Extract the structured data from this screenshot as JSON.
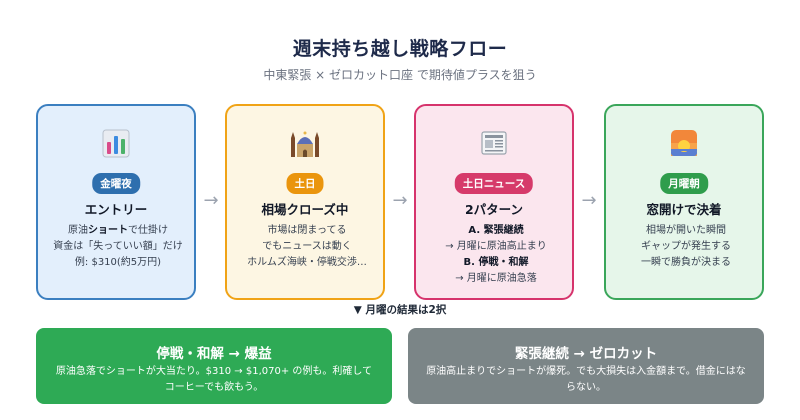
{
  "title": "週末持ち越し戦略フロー",
  "subtitle": "中東緊張 × ゼロカット口座 で期待値プラスを狙う",
  "cards": [
    {
      "icon": "bar-chart-icon",
      "badge": "金曜夜",
      "title": "エントリー",
      "lines": [
        {
          "pre": "原油",
          "bold": "ショート",
          "post": "で仕掛け"
        },
        "資金は「失っていい額」だけ",
        "例: $310(約5万円)"
      ]
    },
    {
      "icon": "mosque-icon",
      "badge": "土日",
      "title": "相場クローズ中",
      "lines": [
        "市場は閉まってる",
        "でもニュースは動く",
        "ホルムズ海峡・停戦交渉…"
      ]
    },
    {
      "icon": "newspaper-icon",
      "badge": "土日ニュース",
      "title": "2パターン",
      "lines": [
        "A. 緊張継続",
        "→ 月曜に原油高止まり",
        "B. 停戦・和解",
        "→ 月曜に原油急落"
      ]
    },
    {
      "icon": "sunrise-icon",
      "badge": "月曜朝",
      "title": "窓開けで決着",
      "lines": [
        "相場が開いた瞬間",
        "ギャップが発生する",
        "一瞬で勝負が決まる"
      ]
    }
  ],
  "arrows": [
    "→",
    "→",
    "→"
  ],
  "result_note": "▼ 月曜の結果は2択",
  "outcomes": [
    {
      "title": "停戦・和解 → 爆益",
      "body": "原油急落でショートが大当たり。$310 → $1,070+ の例も。利確してコーヒーでも飲もう。",
      "color": "#2eaa55"
    },
    {
      "title": "緊張継続 → ゼロカット",
      "body": "原油高止まりでショートが爆死。でも大損失は入金額まで。借金にはならない。",
      "color": "#7b8587"
    }
  ]
}
